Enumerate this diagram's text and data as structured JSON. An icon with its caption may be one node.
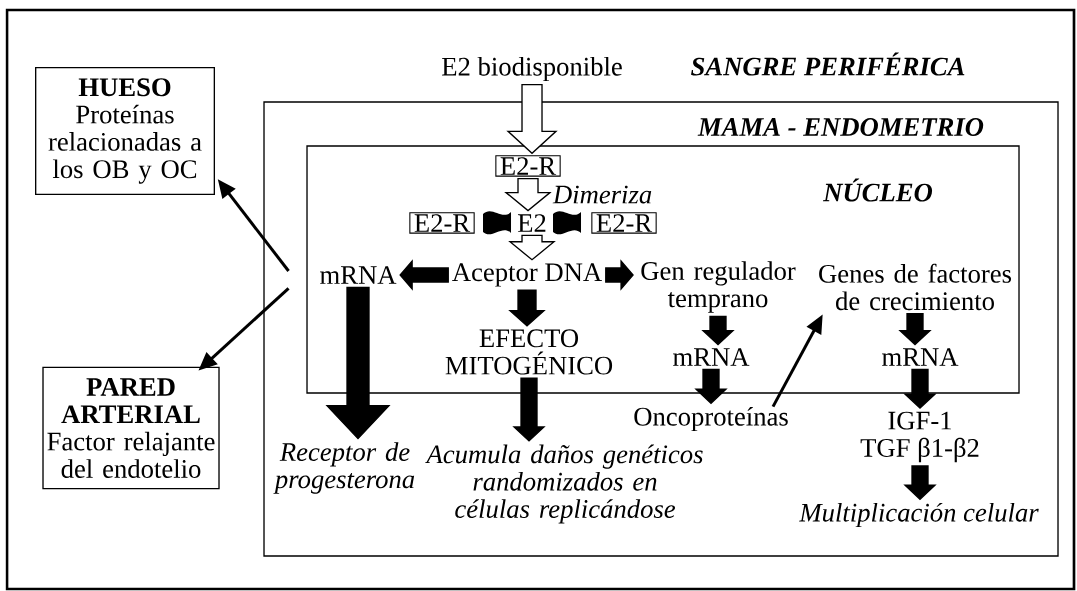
{
  "diagram": {
    "nodes": [
      {
        "text": [
          "SANGRE PERIFÉRICA"
        ]
      },
      {
        "text": [
          "HUESO",
          "Proteínas relacionadas a los OB y OC"
        ],
        "in": 0
      },
      {
        "text": [
          "PARED ARTERIAL",
          "Factor relajante del endotelio"
        ],
        "in": 0
      },
      {
        "text": [
          "MAMA - ENDOMETRIO"
        ],
        "in": 0
      },
      {
        "text": [
          "NÚCLEO"
        ],
        "in": 3
      },
      {
        "text": [
          "E2 biodisponible"
        ],
        "in": 0
      },
      {
        "text": [
          "E2-R"
        ],
        "in": 4
      },
      {
        "text": [
          "E2-R"
        ],
        "in": 4
      },
      {
        "text": [
          "E2"
        ],
        "in": 4
      },
      {
        "text": [
          "E2-R"
        ],
        "in": 4
      },
      {
        "text": [
          "Aceptor DNA"
        ],
        "in": 4
      },
      {
        "text": [
          "mRNA"
        ],
        "in": 4
      },
      {
        "text": [
          "Gen regulador temprano"
        ],
        "in": 4
      },
      {
        "text": [
          "Genes de factores de crecimiento"
        ],
        "in": 4
      },
      {
        "text": [
          "EFECTO MITOGÉNICO"
        ],
        "in": 4
      },
      {
        "text": [
          "mRNA"
        ],
        "in": 4
      },
      {
        "text": [
          "mRNA"
        ],
        "in": 4
      },
      {
        "text": [
          "Oncoproteínas"
        ],
        "in": 3
      },
      {
        "text": [
          "IGF-1",
          "TGF β1-β2"
        ],
        "in": 3
      },
      {
        "text": [
          "Receptor de progesterona"
        ],
        "in": 3
      },
      {
        "text": [
          "Acumula daños genéticos randomizados en células replicándose"
        ],
        "in": 3
      },
      {
        "text": [
          "Multiplicación celular"
        ],
        "in": 3
      }
    ],
    "edges": [
      {
        "from": 5,
        "to": 6,
        "arrow": "to",
        "style": "thick",
        "color": "#ffffff"
      },
      {
        "from": 6,
        "to": 8,
        "arrow": "to",
        "style": "thick",
        "color": "#ffffff",
        "label": "Dimeriza"
      },
      {
        "from": 8,
        "to": 10,
        "arrow": "to",
        "style": "thick",
        "color": "#ffffff"
      },
      {
        "from": 10,
        "to": 11,
        "arrow": "to",
        "style": "thick"
      },
      {
        "from": 10,
        "to": 12,
        "arrow": "to",
        "style": "thick"
      },
      {
        "from": 10,
        "to": 14,
        "arrow": "to",
        "style": "thick"
      },
      {
        "from": 11,
        "to": 19,
        "arrow": "to",
        "style": "thick"
      },
      {
        "from": 12,
        "to": 15,
        "arrow": "to",
        "style": "thick"
      },
      {
        "from": 15,
        "to": 17,
        "arrow": "to",
        "style": "thick"
      },
      {
        "from": 13,
        "to": 16,
        "arrow": "to",
        "style": "thick"
      },
      {
        "from": 16,
        "to": 18,
        "arrow": "to",
        "style": "thick"
      },
      {
        "from": 18,
        "to": 21,
        "arrow": "to",
        "style": "thick"
      },
      {
        "from": 14,
        "to": 20,
        "arrow": "to",
        "style": "thick"
      },
      {
        "from": 17,
        "to": 13,
        "arrow": "to"
      },
      {
        "from": 11,
        "to": 1,
        "arrow": "to"
      },
      {
        "from": 11,
        "to": 2,
        "arrow": "to"
      }
    ]
  }
}
